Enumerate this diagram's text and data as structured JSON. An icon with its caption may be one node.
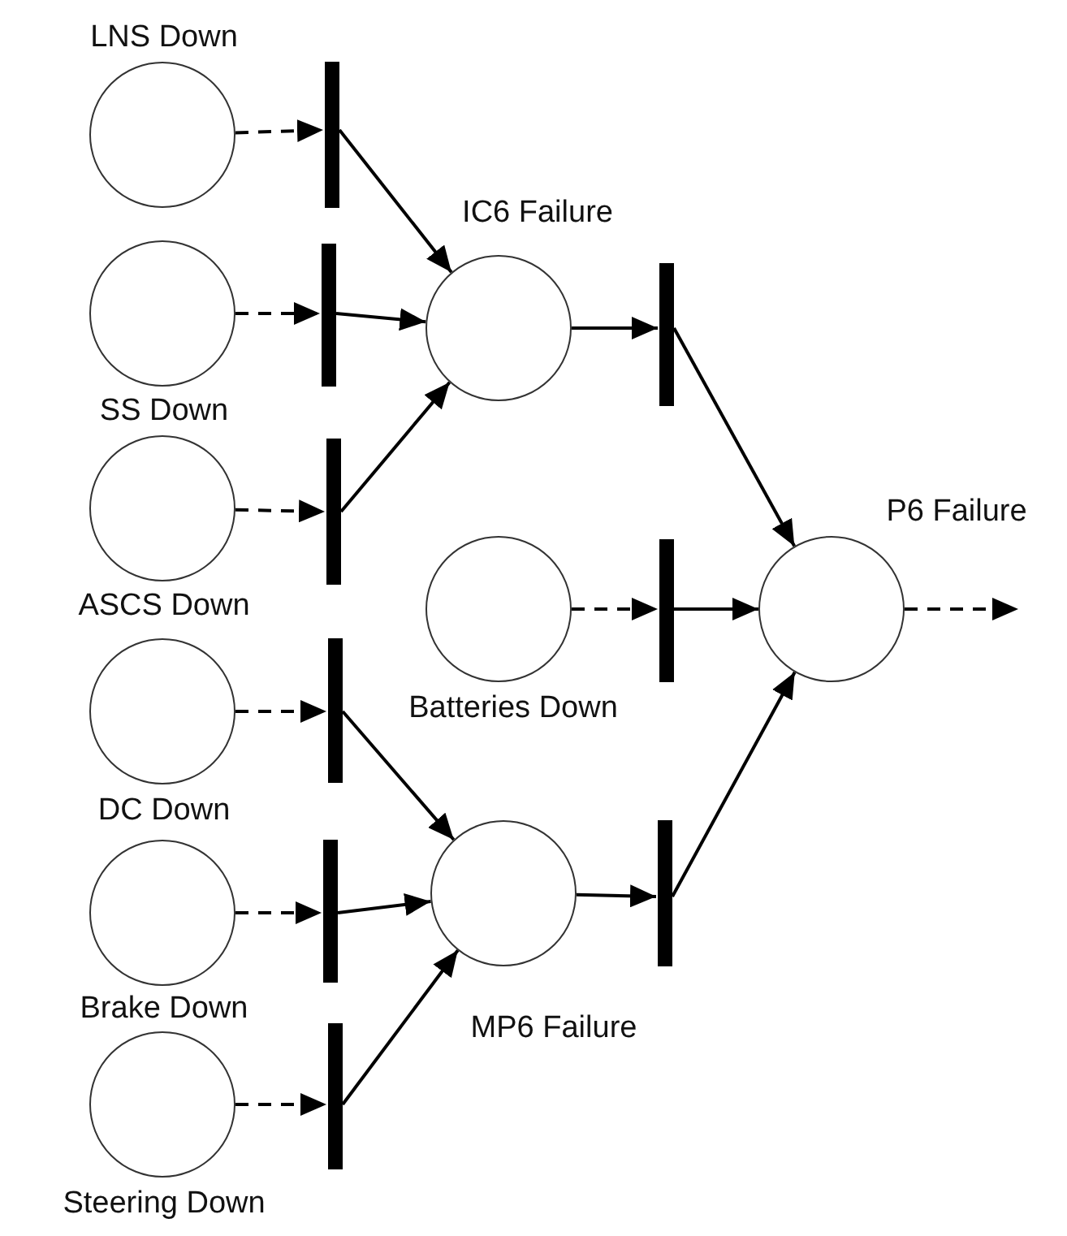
{
  "diagram": {
    "nodes": [
      {
        "text": [
          "LNS Down"
        ]
      },
      {
        "text": [],
        "shape": "bar"
      },
      {
        "text": [
          "IC6 Failure"
        ]
      },
      {
        "text": [
          "SS Down"
        ]
      },
      {
        "text": [],
        "shape": "bar"
      },
      {
        "text": [],
        "shape": "bar"
      },
      {
        "text": [
          "P6 Failure"
        ]
      },
      {
        "text": [
          "ASCS Down"
        ]
      },
      {
        "text": [],
        "shape": "bar"
      },
      {
        "text": [
          "Batteries Down"
        ]
      },
      {
        "text": [],
        "shape": "bar"
      },
      {
        "text": [
          "DC Down"
        ]
      },
      {
        "text": [],
        "shape": "bar"
      },
      {
        "text": [
          "Brake Down"
        ]
      },
      {
        "text": [],
        "shape": "bar"
      },
      {
        "text": [
          "MP6 Failure"
        ]
      },
      {
        "text": [],
        "shape": "bar"
      },
      {
        "text": [
          "Steering Down"
        ]
      },
      {
        "text": [],
        "shape": "bar"
      }
    ],
    "edges": [
      {
        "from": 0,
        "to": 1,
        "arrow": "to",
        "style": "dashed"
      },
      {
        "from": 3,
        "to": 4,
        "arrow": "to",
        "style": "dashed"
      },
      {
        "from": 7,
        "to": 8,
        "arrow": "to",
        "style": "dashed"
      },
      {
        "from": 1,
        "to": 2,
        "arrow": "to"
      },
      {
        "from": 4,
        "to": 2,
        "arrow": "to"
      },
      {
        "from": 8,
        "to": 2,
        "arrow": "to"
      },
      {
        "from": 2,
        "to": 5,
        "arrow": "to"
      },
      {
        "from": 5,
        "to": 6,
        "arrow": "to"
      },
      {
        "from": 9,
        "to": 10,
        "arrow": "to",
        "style": "dashed"
      },
      {
        "from": 10,
        "to": 6,
        "arrow": "to"
      },
      {
        "from": 6,
        "to": null,
        "arrow": "to",
        "style": "dashed"
      },
      {
        "from": 11,
        "to": 12,
        "arrow": "to",
        "style": "dashed"
      },
      {
        "from": 13,
        "to": 14,
        "arrow": "to",
        "style": "dashed"
      },
      {
        "from": 17,
        "to": 18,
        "arrow": "to",
        "style": "dashed"
      },
      {
        "from": 12,
        "to": 15,
        "arrow": "to"
      },
      {
        "from": 14,
        "to": 15,
        "arrow": "to"
      },
      {
        "from": 18,
        "to": 15,
        "arrow": "to"
      },
      {
        "from": 15,
        "to": 16,
        "arrow": "to"
      },
      {
        "from": 16,
        "to": 6,
        "arrow": "to"
      }
    ]
  }
}
